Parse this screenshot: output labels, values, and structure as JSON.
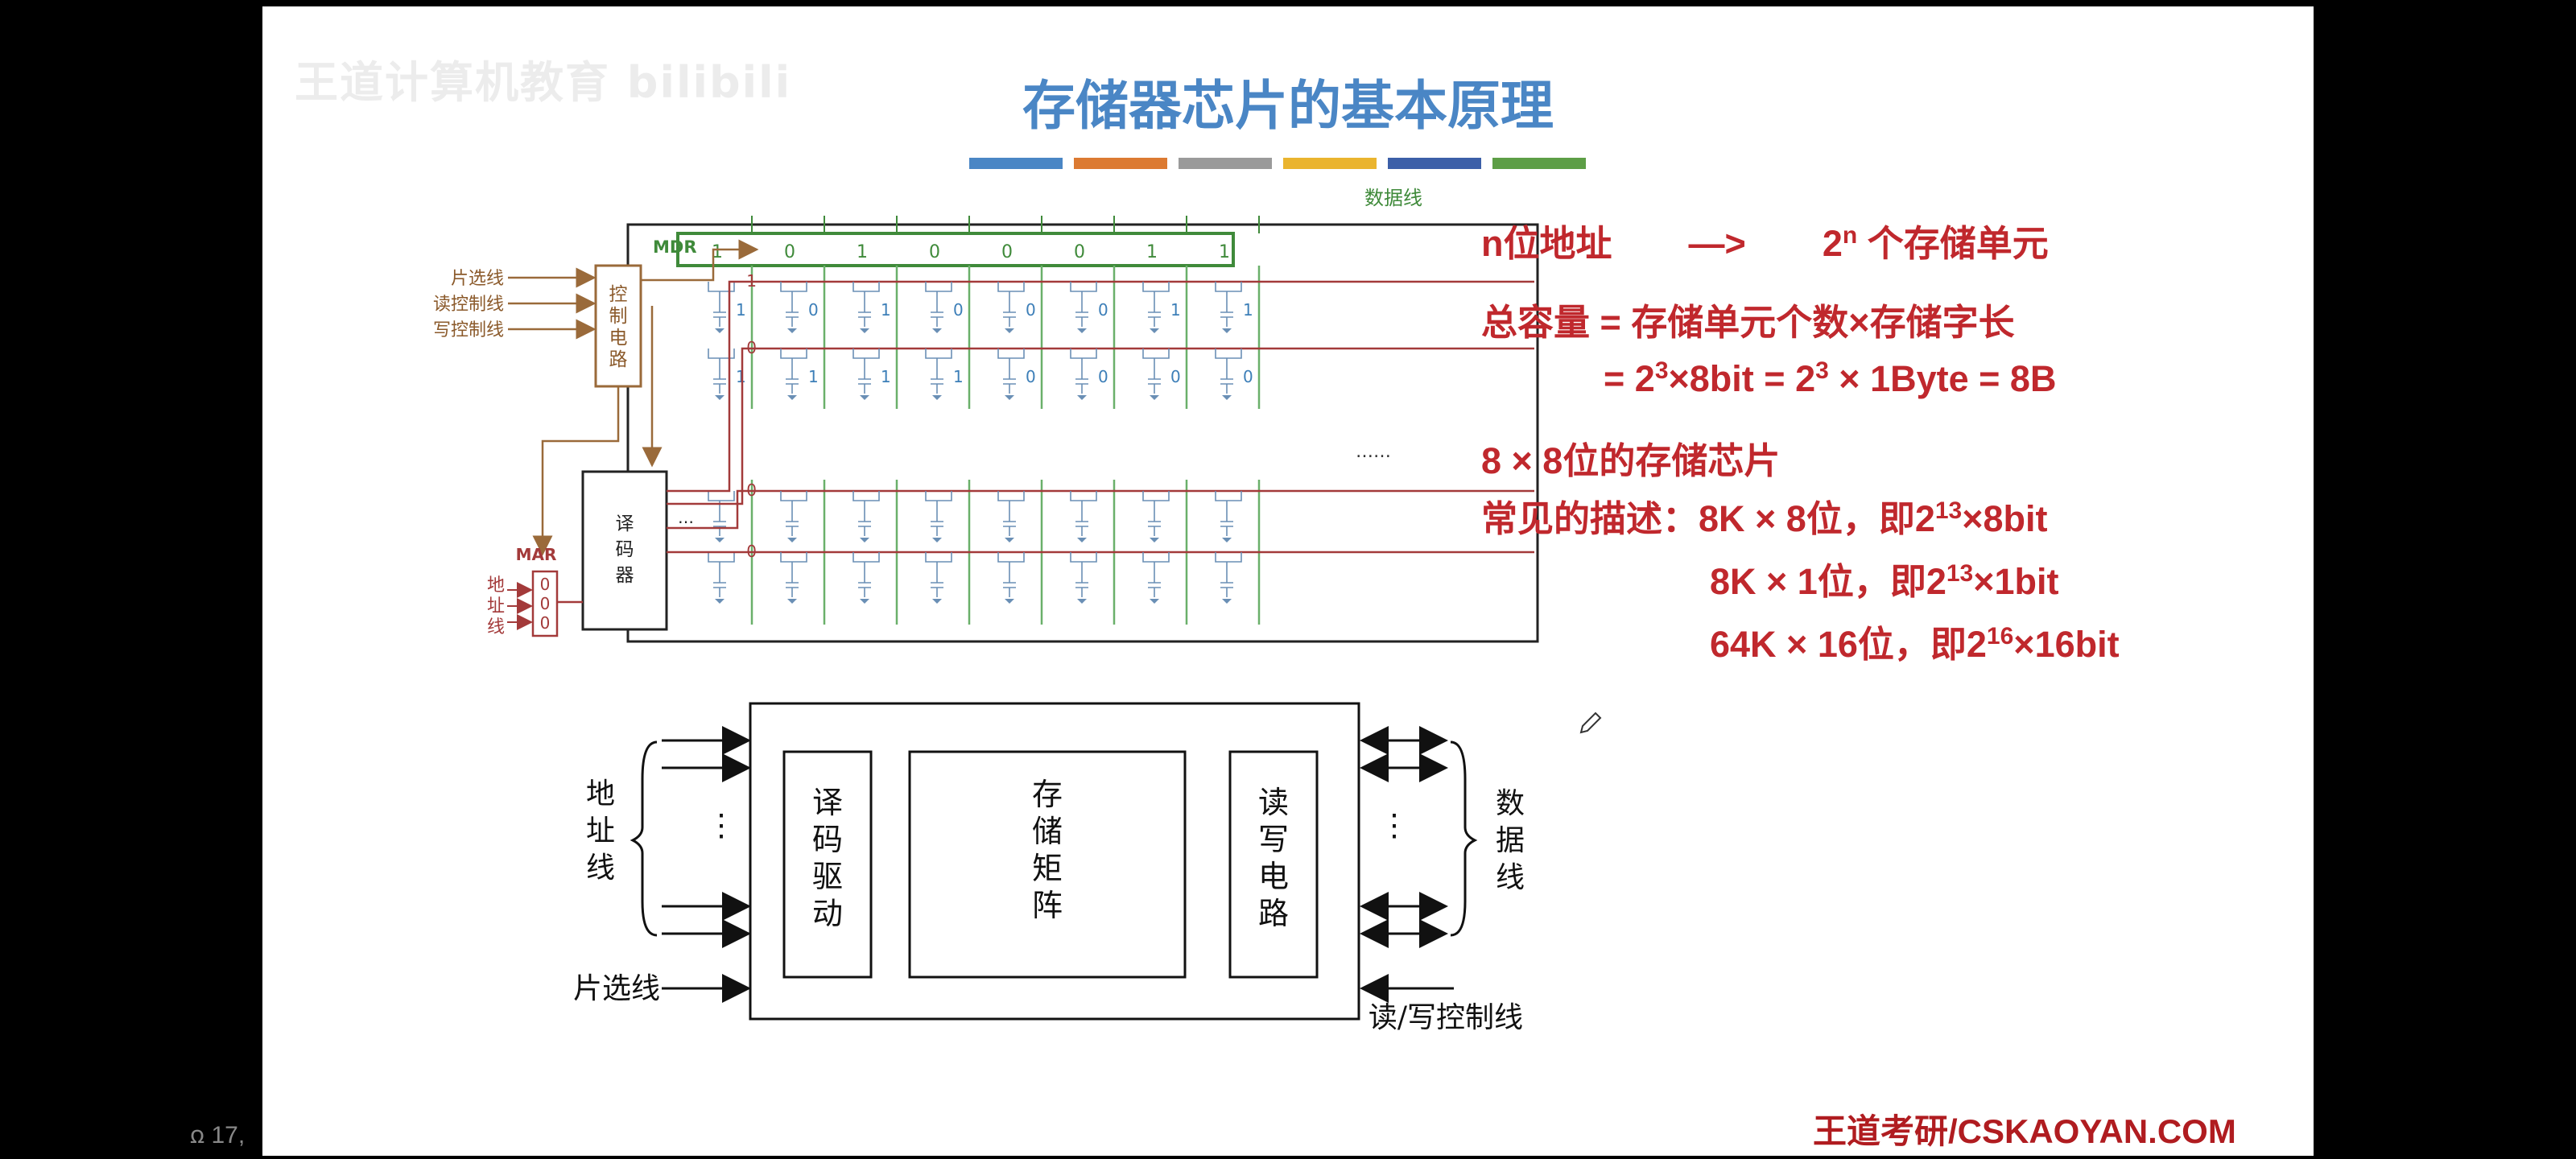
{
  "watermark": "王道计算机教育 bilibili",
  "title": "存储器芯片的基本原理",
  "color_bars": [
    "#4a86c5",
    "#dc7a32",
    "#9a9a9a",
    "#eab42e",
    "#3c5fa8",
    "#5d9e46"
  ],
  "top_diagram": {
    "data_line_label": "数据线",
    "mdr_label": "MDR",
    "mdr_bits": [
      "1",
      "0",
      "1",
      "0",
      "0",
      "0",
      "1",
      "1"
    ],
    "control_lines": [
      "片选线",
      "读控制线",
      "写控制线"
    ],
    "control_box": "控制电路",
    "decoder_box": "译码器",
    "decoder_dots": "…",
    "mar_label": "MAR",
    "mar_bits": [
      "0",
      "0",
      "0"
    ],
    "address_line_label": "地址线",
    "row_select_values": [
      "1",
      "0",
      "0",
      "0"
    ],
    "row1_bits": [
      "1",
      "0",
      "1",
      "0",
      "0",
      "0",
      "1",
      "1"
    ],
    "row2_bits": [
      "1",
      "1",
      "1",
      "1",
      "0",
      "0",
      "0",
      "0"
    ],
    "ellipsis": "……"
  },
  "bottom_diagram": {
    "address_label": "地址线",
    "data_label": "数据线",
    "chip_select_label": "片选线",
    "rw_label": "读/写控制线",
    "box_decoder": "译码驱动",
    "box_array": "存储矩阵",
    "box_rw": "读写电路",
    "dots": "⋮"
  },
  "notes": {
    "line1_a": "n位地址",
    "line1_arrow": "—>",
    "line1_b": "2",
    "line1_b_sup": "n",
    "line1_c": " 个存储单元",
    "line2": "总容量 = 存储单元个数×存储字长",
    "line3_a": "= 2",
    "line3_sup1": "3",
    "line3_b": "×8bit = 2",
    "line3_sup2": "3",
    "line3_c": " × 1Byte = 8B",
    "line4": "8 × 8位的存储芯片",
    "line5_a": "常见的描述：8K × 8位，即2",
    "line5_sup": "13",
    "line5_b": "×8bit",
    "line6_a": "8K × 1位，即2",
    "line6_sup": "13",
    "line6_b": "×1bit",
    "line7_a": "64K × 16位，即2",
    "line7_sup": "16",
    "line7_b": "×16bit"
  },
  "footer": "王道考研/CSKAOYAN.COM",
  "viewer_count": "17,"
}
